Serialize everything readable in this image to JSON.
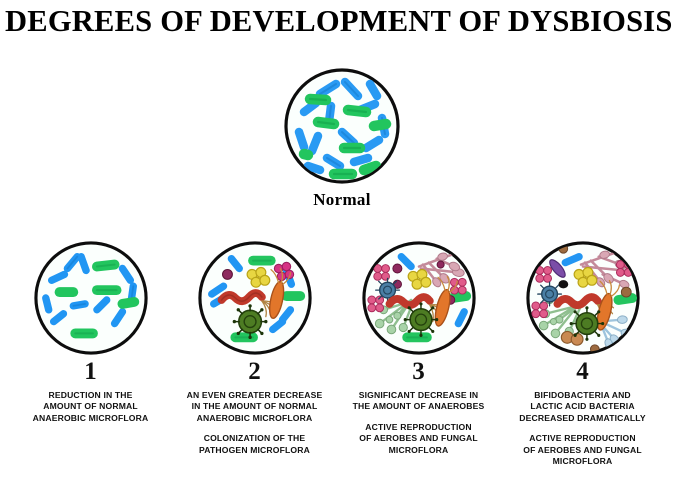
{
  "title": "DEGREES OF DEVELOPMENT OF DYSBIOSIS",
  "normal": {
    "label": "Normal",
    "description": "petri dish with balanced blue and green rod bacteria"
  },
  "colors": {
    "background": "#ffffff",
    "text": "#111111",
    "dish_outline": "#0d0d0d",
    "dish_fill": "#fbfffd",
    "beneficial_green": "#22c55e",
    "beneficial_green_dark": "#12a04a",
    "beneficial_blue": "#2196f3",
    "beneficial_blue_dark": "#1478c8",
    "pathogen_red": "#c0392b",
    "pathogen_orange": "#e2762a",
    "pathogen_yellow": "#e8d642",
    "pathogen_magenta": "#d63384",
    "pathogen_pink": "#e05b8a",
    "virus_green": "#4d7c23",
    "virus_blue": "#4a7fa5",
    "fungus_rose": "#c48a9a",
    "fungus_sage": "#8fbf8f",
    "fungus_blue": "#9ec4dd",
    "purple": "#7b4ea8",
    "brown": "#9c6b3f",
    "black_dot": "#111111"
  },
  "stages": [
    {
      "number": "1",
      "captions": [
        "REDUCTION IN THE AMOUNT OF NORMAL ANAEROBIC MICROFLORA"
      ],
      "caption_lines": [
        [
          "REDUCTION IN THE",
          "AMOUNT OF NORMAL",
          "ANAEROBIC MICROFLORA"
        ]
      ]
    },
    {
      "number": "2",
      "captions": [
        "AN EVEN GREATER DECREASE IN THE AMOUNT OF NORMAL ANAEROBIC MICROFLORA",
        "COLONIZATION OF THE PATHOGEN MICROFLORA"
      ],
      "caption_lines": [
        [
          "AN EVEN GREATER DECREASE",
          "IN THE AMOUNT OF NORMAL",
          "ANAEROBIC MICROFLORA"
        ],
        [
          "COLONIZATION OF THE",
          "PATHOGEN MICROFLORA"
        ]
      ]
    },
    {
      "number": "3",
      "captions": [
        "SIGNIFICANT DECREASE IN THE AMOUNT OF ANAEROBES",
        "ACTIVE REPRODUCTION OF AEROBES AND FUNGAL MICROFLORA"
      ],
      "caption_lines": [
        [
          "SIGNIFICANT DECREASE IN",
          "THE AMOUNT OF ANAEROBES"
        ],
        [
          "ACTIVE REPRODUCTION",
          "OF AEROBES AND FUNGAL",
          "MICROFLORA"
        ]
      ]
    },
    {
      "number": "4",
      "captions": [
        "BIFIDOBACTERIA AND LACTIC ACID BACTERIA DECREASED DRAMATICALLY",
        "ACTIVE REPRODUCTION OF AEROBES AND FUNGAL MICROFLORA"
      ],
      "caption_lines": [
        [
          "BIFIDOBACTERIA AND",
          "LACTIC ACID BACTERIA",
          "DECREASED DRAMATICALLY"
        ],
        [
          "ACTIVE REPRODUCTION",
          "OF AEROBES AND FUNGAL",
          "MICROFLORA"
        ]
      ]
    }
  ]
}
